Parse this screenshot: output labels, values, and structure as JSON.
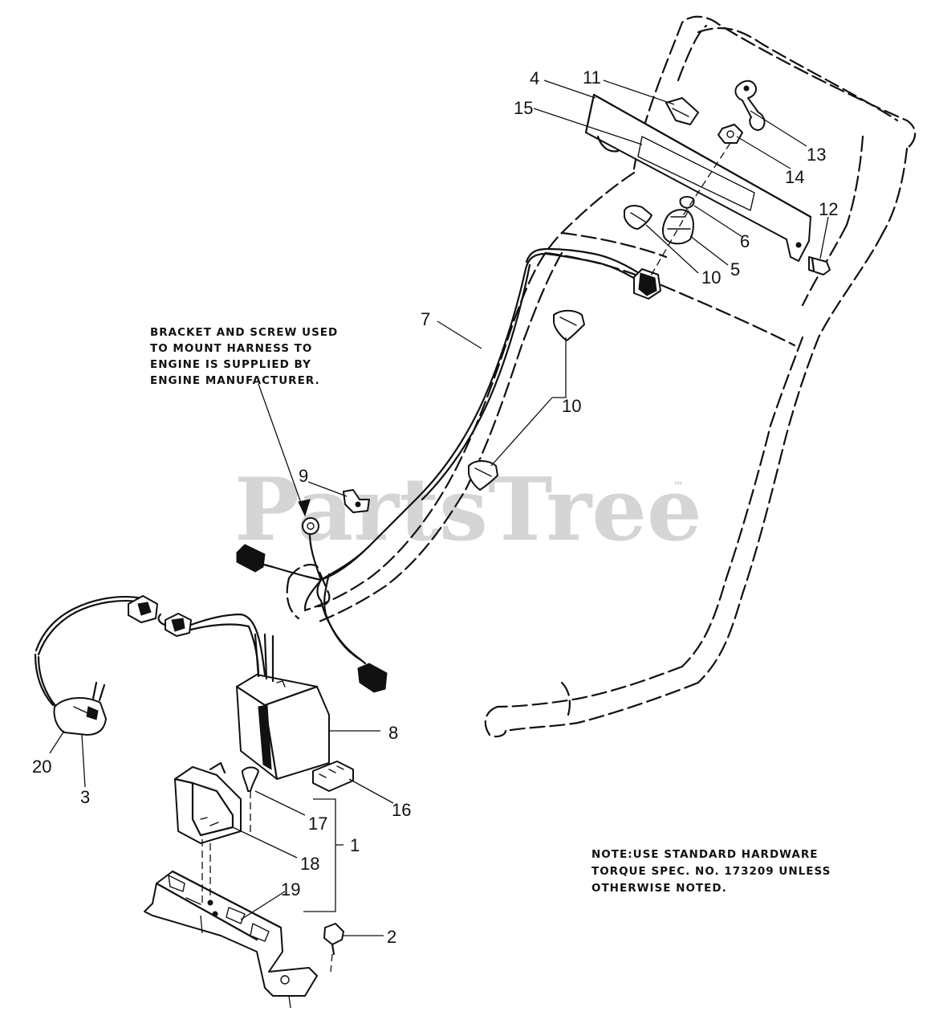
{
  "diagram": {
    "callouts": [
      "1",
      "2",
      "3",
      "4",
      "5",
      "6",
      "7",
      "8",
      "9",
      "10",
      "10",
      "11",
      "12",
      "13",
      "14",
      "15",
      "16",
      "17",
      "18",
      "19",
      "20"
    ],
    "note_bracket": [
      "BRACKET AND SCREW USED",
      "TO MOUNT HARNESS TO",
      "ENGINE IS SUPPLIED BY",
      "ENGINE MANUFACTURER."
    ],
    "note_hardware": [
      "NOTE:USE STANDARD HARDWARE",
      "TORQUE SPEC. NO. 173209 UNLESS",
      "OTHERWISE NOTED."
    ],
    "watermark": "PartsTree",
    "watermark_tm": "™"
  }
}
